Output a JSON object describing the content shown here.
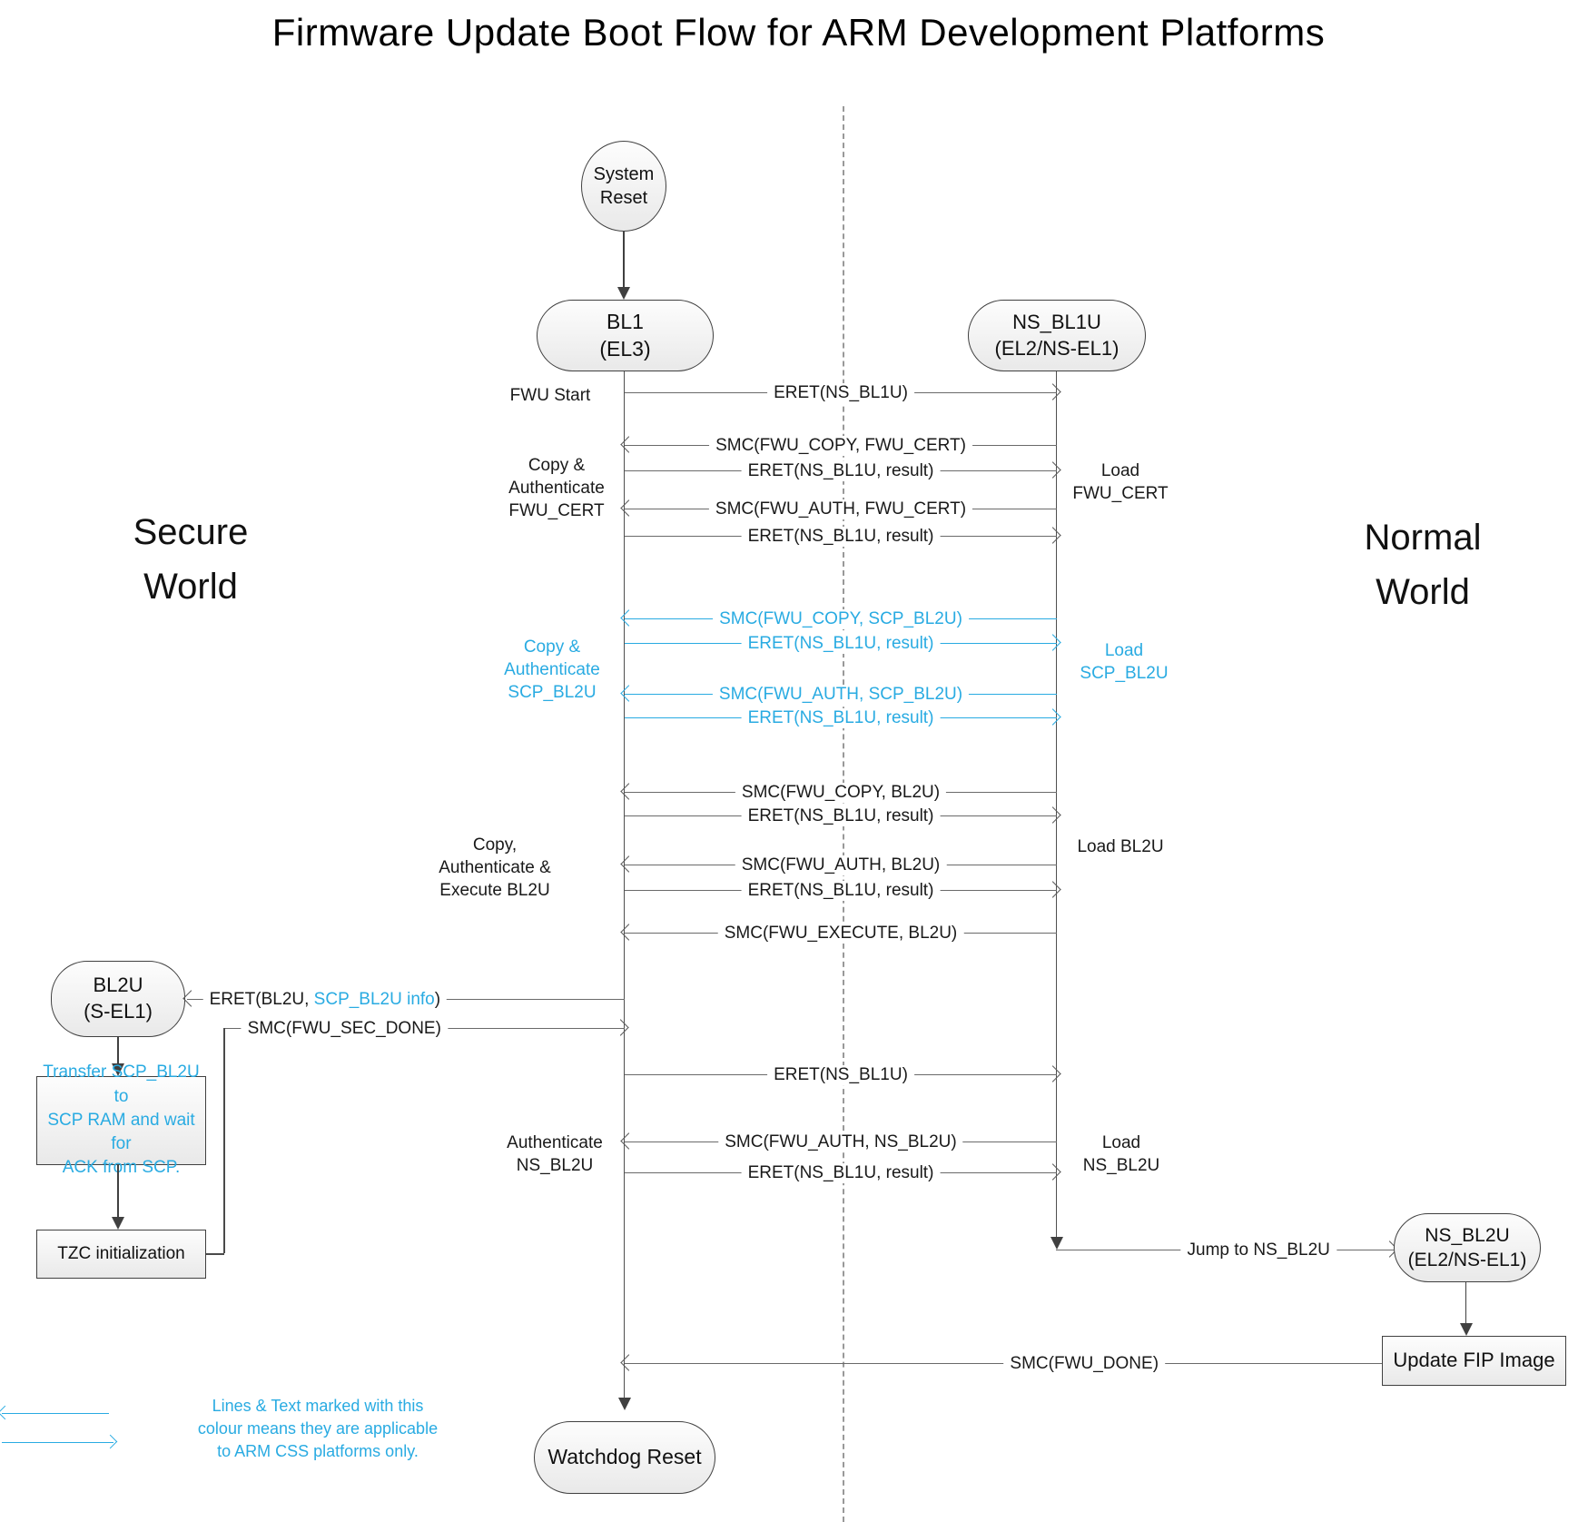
{
  "title": "Firmware Update Boot Flow for ARM Development Platforms",
  "worlds": {
    "secure": "Secure\nWorld",
    "normal": "Normal\nWorld"
  },
  "nodes": {
    "system_reset": "System\nReset",
    "bl1": "BL1\n(EL3)",
    "ns_bl1u": "NS_BL1U\n(EL2/NS-EL1)",
    "bl2u": "BL2U\n(S-EL1)",
    "ns_bl2u": "NS_BL2U\n(EL2/NS-EL1)",
    "watchdog_reset": "Watchdog Reset",
    "transfer_scp_bl2u": "Transfer SCP_BL2U to\nSCP RAM and wait for\nACK from SCP.",
    "tzc_initialization": "TZC initialization",
    "update_fip_image": "Update FIP Image"
  },
  "stage_labels": {
    "fwu_start": "FWU Start",
    "copy_auth_fwu_cert": "Copy &\nAuthenticate\nFWU_CERT",
    "load_fwu_cert": "Load\nFWU_CERT",
    "copy_auth_scp_bl2u": "Copy &\nAuthenticate\nSCP_BL2U",
    "load_scp_bl2u": "Load\nSCP_BL2U",
    "copy_auth_exec_bl2u": "Copy,\nAuthenticate &\nExecute BL2U",
    "load_bl2u": "Load BL2U",
    "authenticate_ns_bl2u": "Authenticate\nNS_BL2U",
    "load_ns_bl2u": "Load\nNS_BL2U"
  },
  "messages": [
    {
      "label": "ERET(NS_BL1U)",
      "from": "BL1",
      "to": "NS_BL1U",
      "css_only": false
    },
    {
      "label": "SMC(FWU_COPY, FWU_CERT)",
      "from": "NS_BL1U",
      "to": "BL1",
      "css_only": false
    },
    {
      "label": "ERET(NS_BL1U, result)",
      "from": "BL1",
      "to": "NS_BL1U",
      "css_only": false
    },
    {
      "label": "SMC(FWU_AUTH, FWU_CERT)",
      "from": "NS_BL1U",
      "to": "BL1",
      "css_only": false
    },
    {
      "label": "ERET(NS_BL1U, result)",
      "from": "BL1",
      "to": "NS_BL1U",
      "css_only": false
    },
    {
      "label": "SMC(FWU_COPY, SCP_BL2U)",
      "from": "NS_BL1U",
      "to": "BL1",
      "css_only": true
    },
    {
      "label": "ERET(NS_BL1U, result)",
      "from": "BL1",
      "to": "NS_BL1U",
      "css_only": true
    },
    {
      "label": "SMC(FWU_AUTH, SCP_BL2U)",
      "from": "NS_BL1U",
      "to": "BL1",
      "css_only": true
    },
    {
      "label": "ERET(NS_BL1U, result)",
      "from": "BL1",
      "to": "NS_BL1U",
      "css_only": true
    },
    {
      "label": "SMC(FWU_COPY, BL2U)",
      "from": "NS_BL1U",
      "to": "BL1",
      "css_only": false
    },
    {
      "label": "ERET(NS_BL1U, result)",
      "from": "BL1",
      "to": "NS_BL1U",
      "css_only": false
    },
    {
      "label": "SMC(FWU_AUTH, BL2U)",
      "from": "NS_BL1U",
      "to": "BL1",
      "css_only": false
    },
    {
      "label": "ERET(NS_BL1U, result)",
      "from": "BL1",
      "to": "NS_BL1U",
      "css_only": false
    },
    {
      "label": "SMC(FWU_EXECUTE, BL2U)",
      "from": "NS_BL1U",
      "to": "BL1",
      "css_only": false
    },
    {
      "label": "ERET(NS_BL1U)",
      "from": "BL1",
      "to": "NS_BL1U",
      "css_only": false
    },
    {
      "label": "SMC(FWU_AUTH, NS_BL2U)",
      "from": "NS_BL1U",
      "to": "BL1",
      "css_only": false
    },
    {
      "label": "ERET(NS_BL1U, result)",
      "from": "BL1",
      "to": "NS_BL1U",
      "css_only": false
    }
  ],
  "transition_labels": {
    "eret_bl2u_prefix": "ERET(BL2U, ",
    "eret_bl2u_css": "SCP_BL2U info",
    "eret_bl2u_suffix": ")",
    "smc_fwu_sec_done": "SMC(FWU_SEC_DONE)",
    "jump_to_ns_bl2u": "Jump to NS_BL2U",
    "smc_fwu_done": "SMC(FWU_DONE)"
  },
  "legend": {
    "note": "Lines & Text marked with this\ncolour means they are applicable\nto ARM CSS platforms only."
  },
  "colors": {
    "css_only_accent": "#29abe2"
  }
}
